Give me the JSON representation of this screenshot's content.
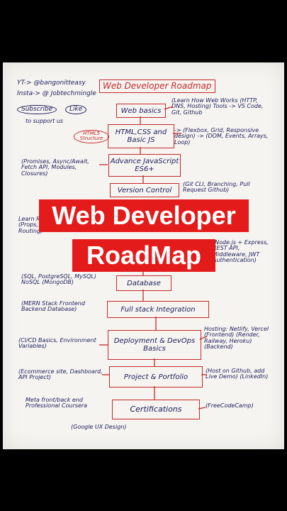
{
  "header_notes": {
    "yt": "YT-> @bangonitteasy",
    "insta": "Insta-> @ Jobtechmingle",
    "subscribe": "Subscribe",
    "like": "Like",
    "support": "to support us"
  },
  "title": "Web Developer Roadmap",
  "steps": [
    {
      "label": "Web basics"
    },
    {
      "label": "HTML,CSS and Basic JS"
    },
    {
      "label": "Advance JavaScript ES6+"
    },
    {
      "label": "Version Control"
    },
    {
      "label": "Database"
    },
    {
      "label": "Full stack Integration"
    },
    {
      "label": "Deployment & DevOps Basics"
    },
    {
      "label": "Project & Portfolio"
    },
    {
      "label": "Certifications"
    }
  ],
  "side_notes": {
    "web_basics": "(Learn How Web Works (HTTP, DNS, Hosting) Tools -> VS Code, Git, Github",
    "html5": "HTML5 Structure",
    "css": "-> (Flexbox, Grid, Responsive design) -> (DOM, Events, Arrays, Loop)",
    "advance_js": "(Promises, Async/Await, Fetch API, Modules, Closures)",
    "version_control": "(Git CLI, Branching, Pull Request Github)",
    "backend": "(Node.js + Express, REST API, Middleware, JWT Authentication)",
    "frontend_left": "Learn React (Props, Routing)",
    "database": "(SQL, PostgreSQL, MySQL) NoSQL (MongoDB)",
    "mern": "(MERN Stack Frontend Backend Database)",
    "cicd": "(CI/CD Basics, Environment Variables)",
    "hosting": "Hosting: Netlify, Vercel (Frontend) (Render, Railway, Heroku) (Backend)",
    "projects": "(Ecommerce site, Dashboard, API Project)",
    "github": "(Host on Github, add Live Demo) (LinkedIn)",
    "meta": "Meta front/back end Professional Coursera",
    "freecodecamp": "(FreeCodeCamp)",
    "google": "(Google UX Design)"
  },
  "banner": {
    "line1": "Web Developer",
    "line2": "RoadMap",
    "color": "#e41b1b"
  }
}
